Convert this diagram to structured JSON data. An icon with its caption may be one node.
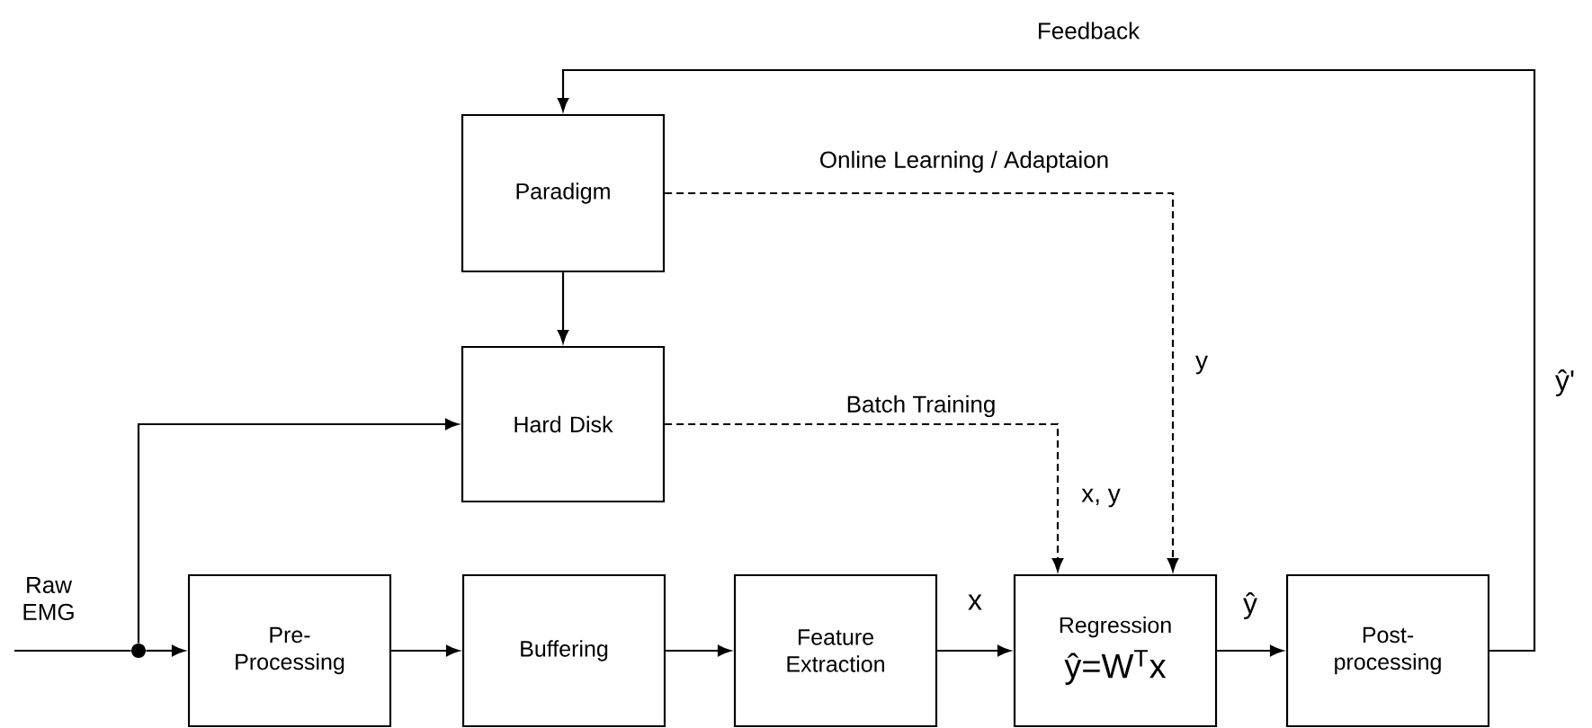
{
  "diagram": {
    "nodes": [
      {
        "text": [
          "Paradigm"
        ]
      },
      {
        "text": [
          "Hard Disk"
        ]
      },
      {
        "text": [],
        "shape": "circle"
      },
      {
        "text": [
          "Pre- Processing"
        ]
      },
      {
        "text": [
          "Buffering"
        ]
      },
      {
        "text": [
          "Feature Extraction"
        ]
      },
      {
        "text": [
          "Regression",
          "ŷ=W$^{T}$x"
        ]
      },
      {
        "text": [
          "Post- processing"
        ]
      }
    ],
    "edges": [
      {
        "from": 0,
        "to": 1,
        "arrow": "to"
      },
      {
        "from": null,
        "to": 2,
        "arrow": "none",
        "label": "Raw EMG"
      },
      {
        "from": 2,
        "to": 3,
        "arrow": "to"
      },
      {
        "from": 2,
        "to": 1,
        "arrow": "to"
      },
      {
        "from": 3,
        "to": 4,
        "arrow": "to"
      },
      {
        "from": 4,
        "to": 5,
        "arrow": "to"
      },
      {
        "from": 5,
        "to": 6,
        "arrow": "to",
        "label": "x"
      },
      {
        "from": 6,
        "to": 7,
        "arrow": "to",
        "label": "ŷ"
      },
      {
        "from": 7,
        "to": 0,
        "arrow": "to",
        "label": "Feedback"
      },
      {
        "from": 0,
        "to": 6,
        "arrow": "to",
        "style": "dashed",
        "label": "Online Learning / Adaptaion"
      },
      {
        "from": 1,
        "to": 6,
        "arrow": "to",
        "style": "dashed",
        "label": "Batch Training"
      }
    ],
    "labels": [
      "y",
      "x, y",
      "ŷ'"
    ]
  }
}
